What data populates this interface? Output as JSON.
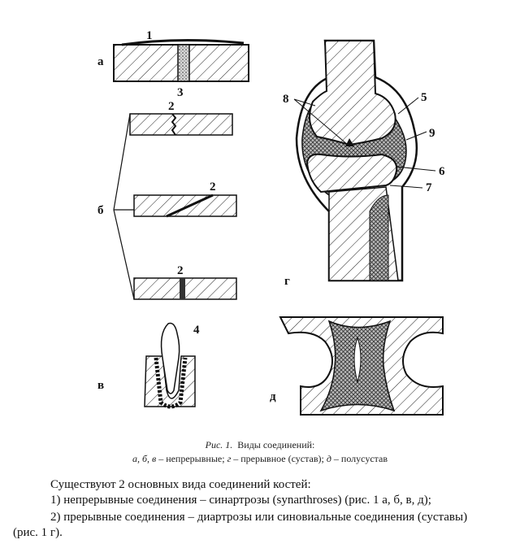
{
  "figure": {
    "labels": {
      "a": "а",
      "b": "б",
      "v": "в",
      "g": "г",
      "d": "д",
      "n1": "1",
      "n2a": "2",
      "n2b": "2",
      "n2c": "2",
      "n3": "3",
      "n4": "4",
      "n5": "5",
      "n6": "6",
      "n7": "7",
      "n8": "8",
      "n9": "9"
    }
  },
  "caption": {
    "title_prefix": "Рис.  1.",
    "title_text": "Виды соединений:",
    "legend": {
      "abv": "а, б, в",
      "abv_text": " – непрерывные; ",
      "g": "г",
      "g_text": " – прерывное (сустав); ",
      "d": "д",
      "d_text": " – полусустав"
    }
  },
  "body": {
    "intro": "Существуют  2 основных вида соединений костей:",
    "item1": "1)  непрерывные соединения – синартрозы (synarthroses) (рис. 1 а, б, в, д);",
    "item2": "2)  прерывные соединения – диартрозы или синовиальные соединения (суставы)",
    "item2_cont": "(рис. 1 г)."
  }
}
